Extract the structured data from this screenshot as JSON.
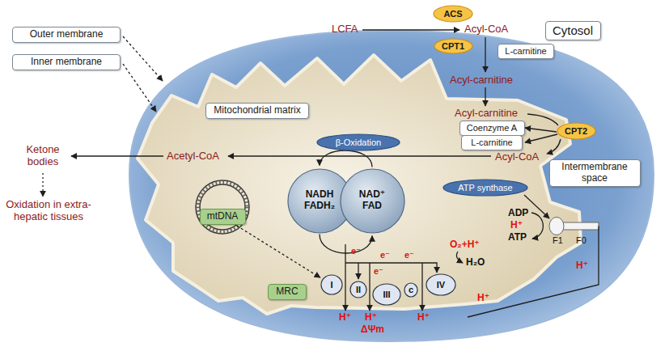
{
  "diagram": {
    "nodes": [
      {
        "text": [
          "Outer membrane"
        ]
      },
      {
        "text": [
          "Inner membrane"
        ]
      },
      {
        "text": [
          "Cytosol"
        ]
      },
      {
        "text": [
          "ACS"
        ]
      },
      {
        "text": [
          "CPT1"
        ]
      },
      {
        "text": [
          "L-carnitine"
        ]
      },
      {
        "text": [
          "Mitochondrial matrix"
        ]
      },
      {
        "text": [
          "β-Oxidation"
        ]
      },
      {
        "text": [
          "Coenzyme A"
        ]
      },
      {
        "text": [
          "L-carnitine"
        ]
      },
      {
        "text": [
          "CPT2"
        ]
      },
      {
        "text": [
          "Intermembrane space"
        ]
      },
      {
        "text": [
          "ATP synthase"
        ]
      },
      {
        "text": [
          "NADH FADH₂"
        ]
      },
      {
        "text": [
          "NAD⁺ FAD"
        ]
      },
      {
        "text": [
          "mtDNA"
        ]
      },
      {
        "text": [
          "MRC"
        ]
      },
      {
        "text": [
          "I"
        ]
      },
      {
        "text": [
          "II"
        ]
      },
      {
        "text": [
          "III"
        ]
      },
      {
        "text": [
          "c"
        ]
      },
      {
        "text": [
          "IV"
        ]
      }
    ],
    "edges": [
      {
        "from": 13,
        "to": 14,
        "arrow": "to"
      },
      {
        "from": 14,
        "to": 13,
        "arrow": "to"
      },
      {
        "from": 15,
        "to": 17,
        "arrow": "to"
      }
    ],
    "labels": [
      "LCFA",
      "Acyl-CoA",
      "Acyl-carnitine",
      "Acyl-carnitine",
      "Acyl-CoA",
      "Acetyl-CoA",
      "Ketone bodies",
      "Oxidation in extra-hepatic tissues",
      "ADP",
      "H⁺",
      "ATP",
      "F1",
      "F0",
      "e⁻",
      "e⁻",
      "e⁻",
      "e⁻",
      "O₂+H⁺",
      "H₂O",
      "H⁺",
      "H⁺",
      "ΔΨm",
      "H⁺",
      "H⁺",
      "H⁺"
    ]
  }
}
